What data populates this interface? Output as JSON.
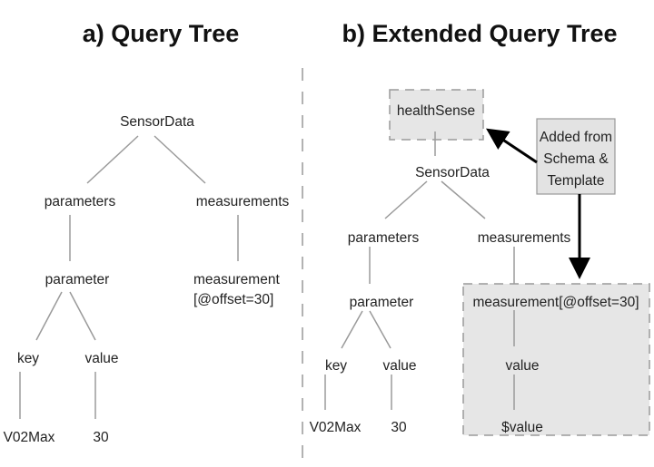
{
  "divider": {
    "style": "dashed",
    "color": "#999999"
  },
  "left": {
    "title": "a) Query Tree",
    "nodes": {
      "root": "SensorData",
      "parameters": "parameters",
      "measurements": "measurements",
      "parameter": "parameter",
      "measurement_line1": "measurement",
      "measurement_line2": "[@offset=30]",
      "key": "key",
      "value": "value",
      "key_leaf": "V02Max",
      "value_leaf": "30"
    }
  },
  "right": {
    "title": "b) Extended Query Tree",
    "nodes": {
      "added_root": "healthSense",
      "root": "SensorData",
      "parameters": "parameters",
      "measurements": "measurements",
      "parameter": "parameter",
      "measurement": "measurement[@offset=30]",
      "key": "key",
      "value": "value",
      "key_leaf": "V02Max",
      "value_leaf": "30",
      "m_value": "value",
      "m_value_leaf": "$value"
    },
    "annotation": {
      "line1": "Added from",
      "line2": "Schema &",
      "line3": "Template"
    },
    "colors": {
      "added_fill": "#e6e6e6",
      "added_border": "#9a9a9a",
      "arrow": "#000000"
    }
  }
}
